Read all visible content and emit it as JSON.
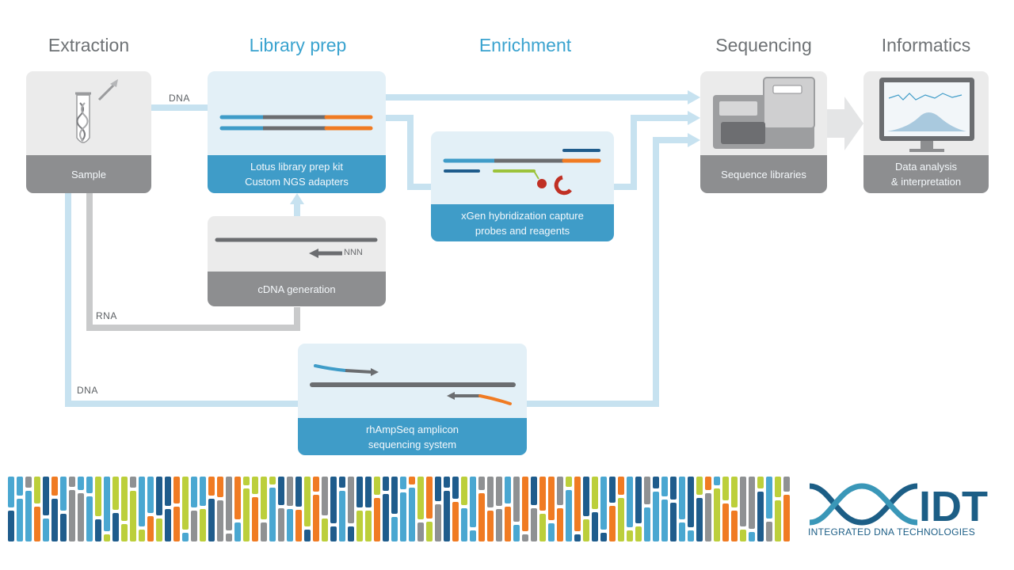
{
  "headers": {
    "extraction": "Extraction",
    "library_prep": "Library prep",
    "enrichment": "Enrichment",
    "sequencing": "Sequencing",
    "informatics": "Informatics"
  },
  "cards": {
    "sample": "Sample",
    "library_kit": "Lotus library prep kit\nCustom NGS adapters",
    "cdna": "cDNA generation",
    "xgen": "xGen hybridization capture\nprobes and reagents",
    "sequence": "Sequence libraries",
    "analysis": "Data analysis\n& interpretation",
    "rhampseq": "rhAmpSeq amplicon\nsequencing system"
  },
  "flow_labels": {
    "dna_top": "DNA",
    "rna": "RNA",
    "dna_bottom": "DNA",
    "primer_tail": "NNN"
  },
  "logo": {
    "brand": "IDT",
    "tagline": "INTEGRATED DNA TECHNOLOGIES"
  },
  "colors": {
    "flow_line": "#c7e2f0",
    "rna_line": "#c9cacb",
    "header_blue": "#3aa3cf",
    "card_blue": "#3f9cc8",
    "card_gray": "#8d8e90",
    "strand_gray": "#6b6d70",
    "strand_blue": "#3f9cc8",
    "strand_orange": "#f07b23",
    "strand_green": "#9cc33b",
    "strand_navy": "#1f5c8c",
    "magnet_red": "#c03024",
    "logo_navy": "#1c5e86",
    "logo_teal": "#3a97b8"
  },
  "dna_bars": [
    "#1f5c8c",
    "#bccf3b",
    "#4aa7d1",
    "#f07b23",
    "#8f9193"
  ]
}
